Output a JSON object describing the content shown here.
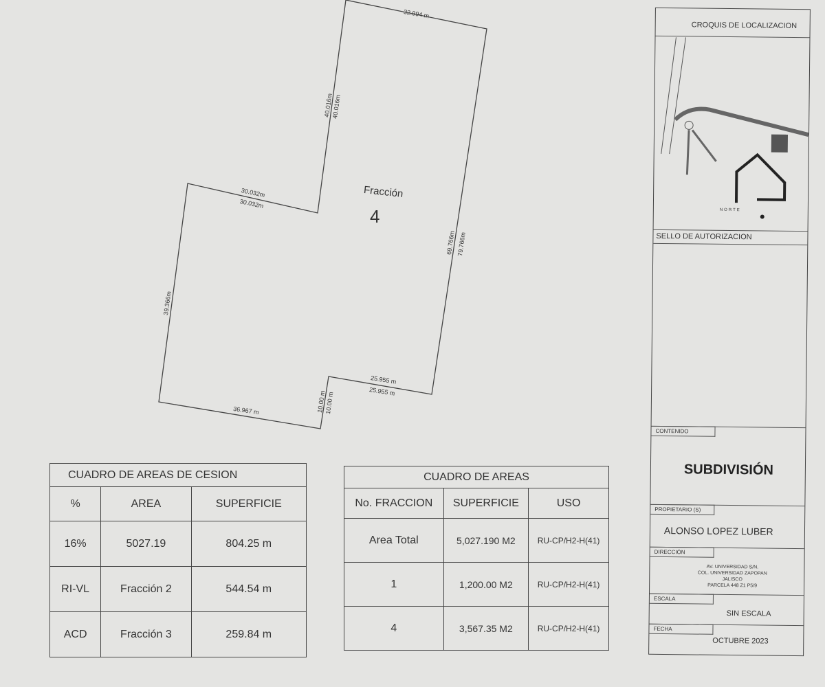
{
  "parcel": {
    "title": "Fracción",
    "number": "4",
    "dimensions": [
      "32.994 m",
      "40.016m",
      "40.016m",
      "30.032m",
      "30.032m",
      "69.766m",
      "79.766m",
      "39.366m",
      "25.955 m",
      "25.955 m",
      "10.00 m",
      "10.00 m",
      "36.967 m"
    ]
  },
  "cesion": {
    "title": "CUADRO DE AREAS DE CESION",
    "headers": [
      "%",
      "AREA",
      "SUPERFICIE"
    ],
    "rows": [
      [
        "16%",
        "5027.19",
        "804.25 m"
      ],
      [
        "RI-VL",
        "Fracción 2",
        "544.54 m"
      ],
      [
        "ACD",
        "Fracción 3",
        "259.84 m"
      ]
    ]
  },
  "areas": {
    "title": "CUADRO DE AREAS",
    "headers": [
      "No. FRACCION",
      "SUPERFICIE",
      "USO"
    ],
    "rows": [
      [
        "Area Total",
        "5,027.190 M2",
        "RU-CP/H2-H(41)"
      ],
      [
        "1",
        "1,200.00 M2",
        "RU-CP/H2-H(41)"
      ],
      [
        "4",
        "3,567.35 M2",
        "RU-CP/H2-H(41)"
      ]
    ]
  },
  "titleblock": {
    "croquis": "CROQUIS DE LOCALIZACION",
    "north": "NORTE",
    "sello": "SELLO DE AUTORIZACION",
    "contenido_label": "CONTENIDO",
    "contenido": "SUBDIVISIÓN",
    "propietario_label": "PROPIETARIO (S)",
    "propietario": "ALONSO LOPEZ LUBER",
    "direccion_label": "DIRECCIÓN",
    "direccion": [
      "AV. UNIVERSIDAD S/N.",
      "COL. UNIVERSIDAD ZAPOPAN JALISCO",
      "PARCELA 448 Z1 P5/9"
    ],
    "escala_label": "ESCALA",
    "escala": "SIN ESCALA",
    "fecha_label": "FECHA",
    "fecha": "OCTUBRE 2023"
  }
}
